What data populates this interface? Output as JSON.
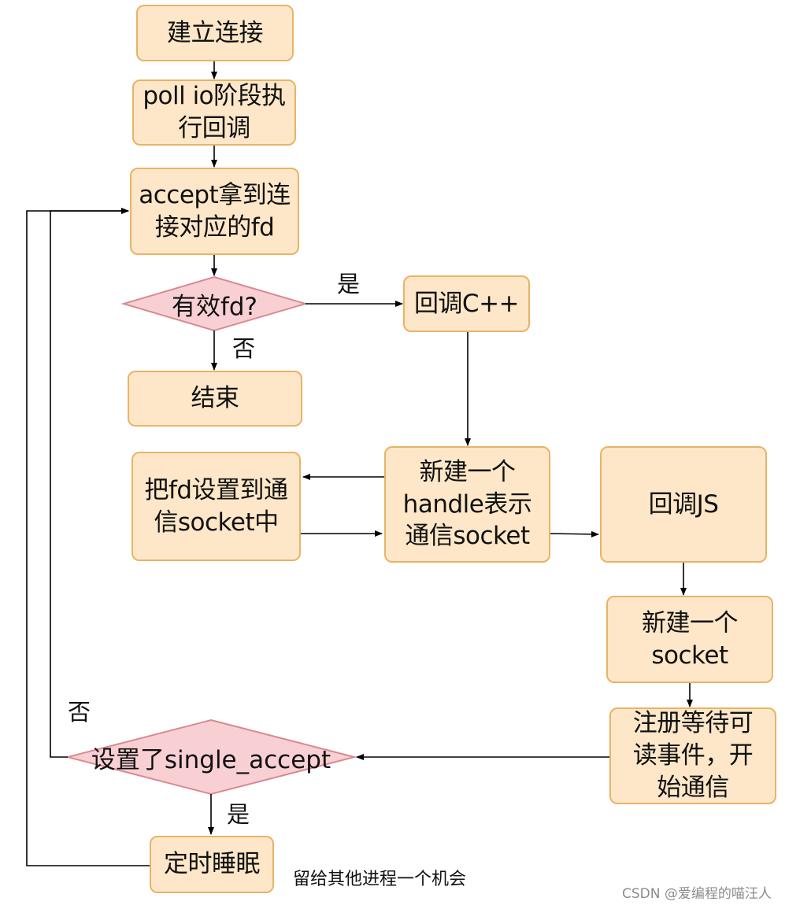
{
  "nodes": {
    "connect": "建立连接",
    "poll_io": "poll io阶段执\n行回调",
    "accept": "accept拿到连\n接对应的fd",
    "valid_fd": "有效fd?",
    "end": "结束",
    "callback_cpp": "回调C++",
    "new_handle": "新建一个\nhandle表示\n通信socket",
    "set_fd": "把fd设置到通\n信socket中",
    "callback_js": "回调JS",
    "new_socket": "新建一个\nsocket",
    "register": "注册等待可\n读事件，开\n始通信",
    "single_accept": "设置了single_accept",
    "sleep": "定时睡眠"
  },
  "labels": {
    "yes_valid": "是",
    "no_valid": "否",
    "no_single": "否",
    "yes_single": "是"
  },
  "note": "留给其他进程一个机会",
  "watermark": "CSDN @爱编程的喵汪人",
  "colors": {
    "process_fill": "#fde7c8",
    "process_border": "#e9b366",
    "decision_fill": "#f8d0d4",
    "decision_border": "#d98a92",
    "line": "#000000"
  }
}
